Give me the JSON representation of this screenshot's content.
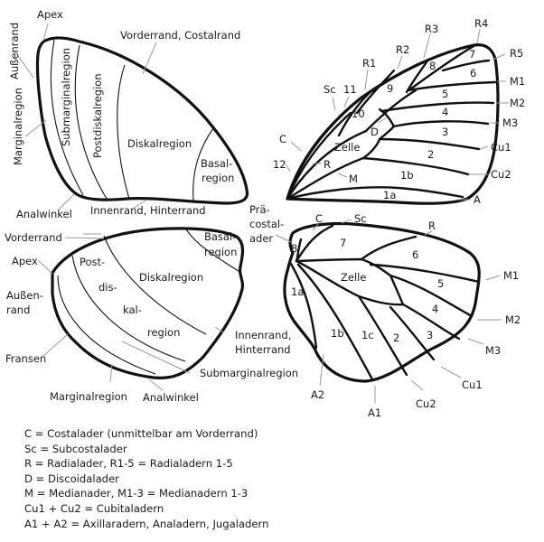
{
  "forewing_regions": {
    "apex": "Apex",
    "aussenrand": "Außenrand",
    "vorderrand": "Vorderrand, Costalrand",
    "marginalregion": "Marginalregion",
    "submarginalregion": "Submarginalregion",
    "postdiskalregion": "Postdiskalregion",
    "diskalregion": "Diskalregion",
    "basalregion_1": "Basal-",
    "basalregion_2": "region",
    "analwinkel": "Analwinkel",
    "innenrand": "Innenrand, Hinterrand"
  },
  "hindwing_regions": {
    "vorderrand": "Vorderrand",
    "apex": "Apex",
    "aussenrand_1": "Außen-",
    "aussenrand_2": "rand",
    "fransen": "Fransen",
    "marginalregion": "Marginalregion",
    "analwinkel": "Analwinkel",
    "postdiskal_1": "Post-",
    "postdiskal_2": "dis-",
    "postdiskal_3": "kal-",
    "postdiskal_4": "region",
    "diskalregion": "Diskalregion",
    "basalregion_1": "Basal-",
    "basalregion_2": "region",
    "innenrand_1": "Innenrand,",
    "innenrand_2": "Hinterrand",
    "submarginalregion": "Submarginalregion"
  },
  "forewing_veins": {
    "labels": {
      "C": "C",
      "Sc": "Sc",
      "n11": "11",
      "R1": "R1",
      "R2": "R2",
      "R3": "R3",
      "R4": "R4",
      "R5": "R5",
      "M1": "M1",
      "M2": "M2",
      "M3": "M3",
      "Cu1": "Cu1",
      "Cu2": "Cu2",
      "A": "A",
      "n12": "12",
      "R": "R",
      "M": "M",
      "D": "D",
      "zelle": "Zelle"
    },
    "cells": {
      "c10": "10",
      "c9": "9",
      "c8": "8",
      "c7": "7",
      "c6": "6",
      "c5": "5",
      "c4": "4",
      "c3": "3",
      "c2": "2",
      "c1b": "1b",
      "c1a": "1a"
    }
  },
  "hindwing_veins": {
    "labels": {
      "praecostal_1": "Prä-",
      "praecostal_2": "costal-",
      "praecostal_3": "ader",
      "C": "C",
      "Sc": "Sc",
      "R": "R",
      "M1": "M1",
      "M2": "M2",
      "M3": "M3",
      "Cu1": "Cu1",
      "Cu2": "Cu2",
      "A1": "A1",
      "A2": "A2",
      "zelle": "Zelle"
    },
    "cells": {
      "c8": "8",
      "c7": "7",
      "c6": "6",
      "c5": "5",
      "c4": "4",
      "c3": "3",
      "c2": "2",
      "c1c": "1c",
      "c1b": "1b",
      "c1a": "1a"
    }
  },
  "legend": [
    "C = Costalader (unmittelbar am Vorderrand)",
    "Sc = Subcostalader",
    "R = Radialader, R1-5 = Radialadern 1-5",
    "D = Discoidalader",
    "M = Medianader, M1-3 = Medianadern 1-3",
    "Cu1 + Cu2 = Cubitaladern",
    "A1 + A2 = Axillaradern, Analadern, Jugaladern"
  ]
}
